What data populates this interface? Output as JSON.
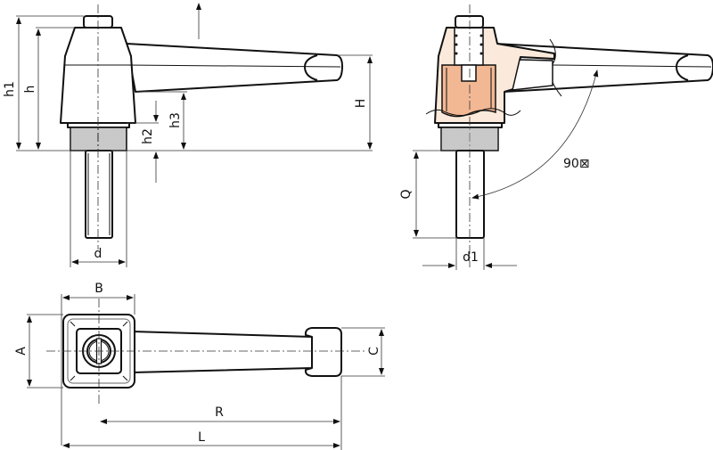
{
  "drawing": {
    "title": "Adjustable clamping lever - technical drawing",
    "views": [
      "side-view",
      "section-view",
      "top-view"
    ],
    "colors": {
      "line": "#111111",
      "section_body_fill": "#FBEADB",
      "section_insert_fill": "#F2B894"
    }
  },
  "side_view": {
    "dimensions": {
      "h1": "h1",
      "h": "h",
      "h2": "h2",
      "h3": "h3",
      "H": "H",
      "d": "d"
    }
  },
  "section_view": {
    "dimensions": {
      "Q": "Q",
      "d1": "d1",
      "angle": "90⊠"
    }
  },
  "top_view": {
    "dimensions": {
      "A": "A",
      "B": "B",
      "C": "C",
      "R": "R",
      "L": "L"
    }
  }
}
